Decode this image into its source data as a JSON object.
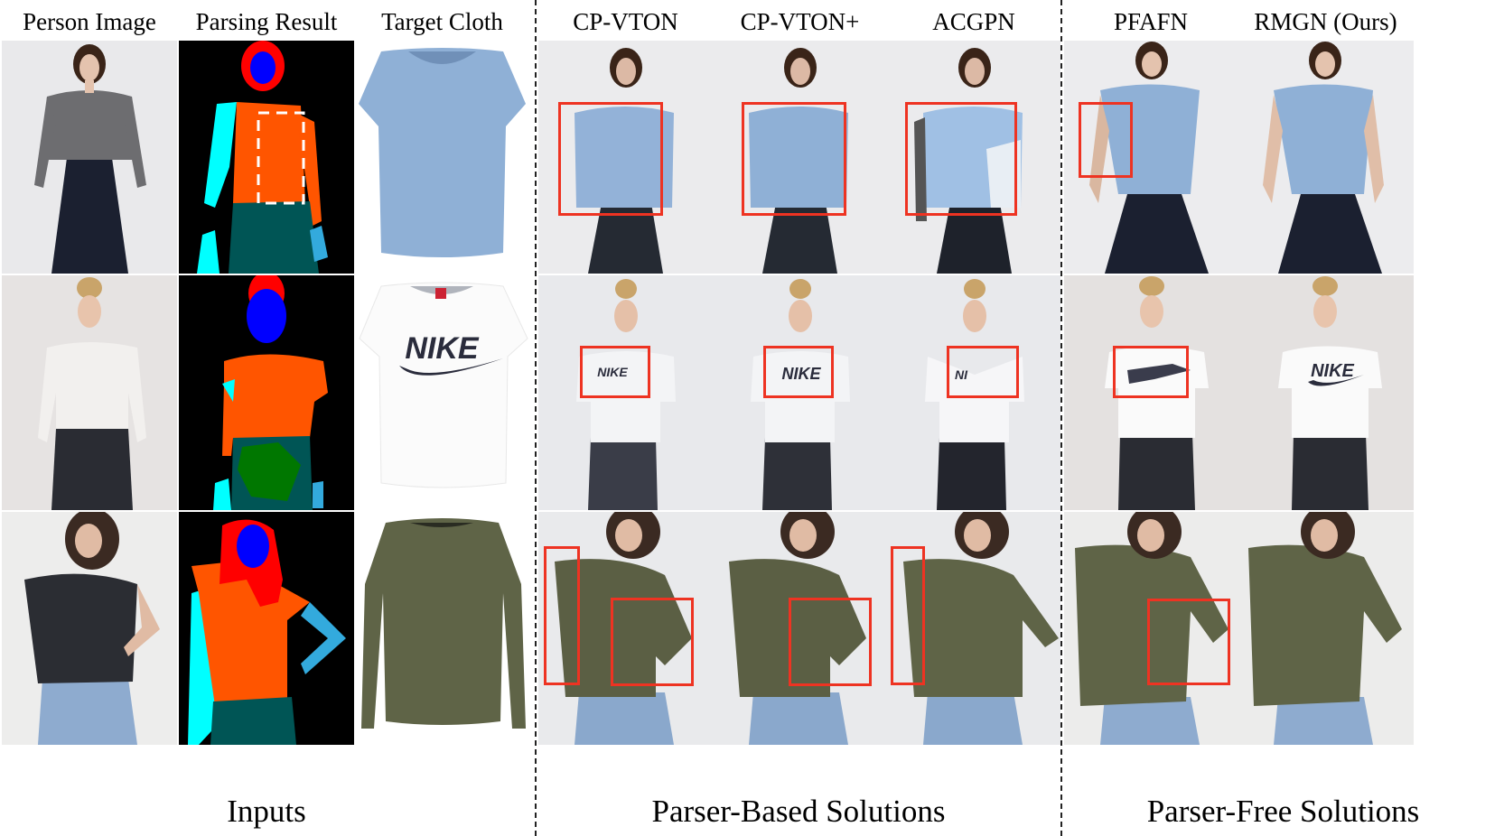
{
  "figure": {
    "column_headers": [
      "Person Image",
      "Parsing Result",
      "Target Cloth",
      "CP-VTON",
      "CP-VTON+",
      "ACGPN",
      "PFAFN",
      "RMGN (Ours)"
    ],
    "group_labels": {
      "inputs": "Inputs",
      "parser_based": "Parser-Based Solutions",
      "parser_free": "Parser-Free Solutions"
    },
    "rows": [
      {
        "person": {
          "hair": "#3a2418",
          "top": "#6d6d70",
          "bottom": "#1b2030",
          "bg": "#e9e9eb"
        },
        "cloth": {
          "type": "short-sleeve-tee",
          "color": "#8fb0d6"
        },
        "logo": ""
      },
      {
        "person": {
          "hair": "#c9a46a",
          "top": "#f2f0ee",
          "bottom": "#2a2c33",
          "bg": "#e6e3e2"
        },
        "cloth": {
          "type": "short-sleeve-tee",
          "color": "#ffffff"
        },
        "logo": "NIKE"
      },
      {
        "person": {
          "hair": "#3b2a22",
          "top": "#2b2d33",
          "bottom": "#8eabcf",
          "bg": "#ededec"
        },
        "cloth": {
          "type": "long-sleeve-tee",
          "color": "#5f6447"
        },
        "logo": ""
      }
    ],
    "parsing_colors": {
      "background": "#000000",
      "hair": "#ff0000",
      "face": "#0000ff",
      "upper_clothes": "#ff5500",
      "left_arm": "#00ffff",
      "right_arm": "#33aadd",
      "pants": "#005555",
      "skirt_noise": "#007700"
    },
    "highlight_color": "#ee3322",
    "dashed_box_color": "#ffffff"
  }
}
